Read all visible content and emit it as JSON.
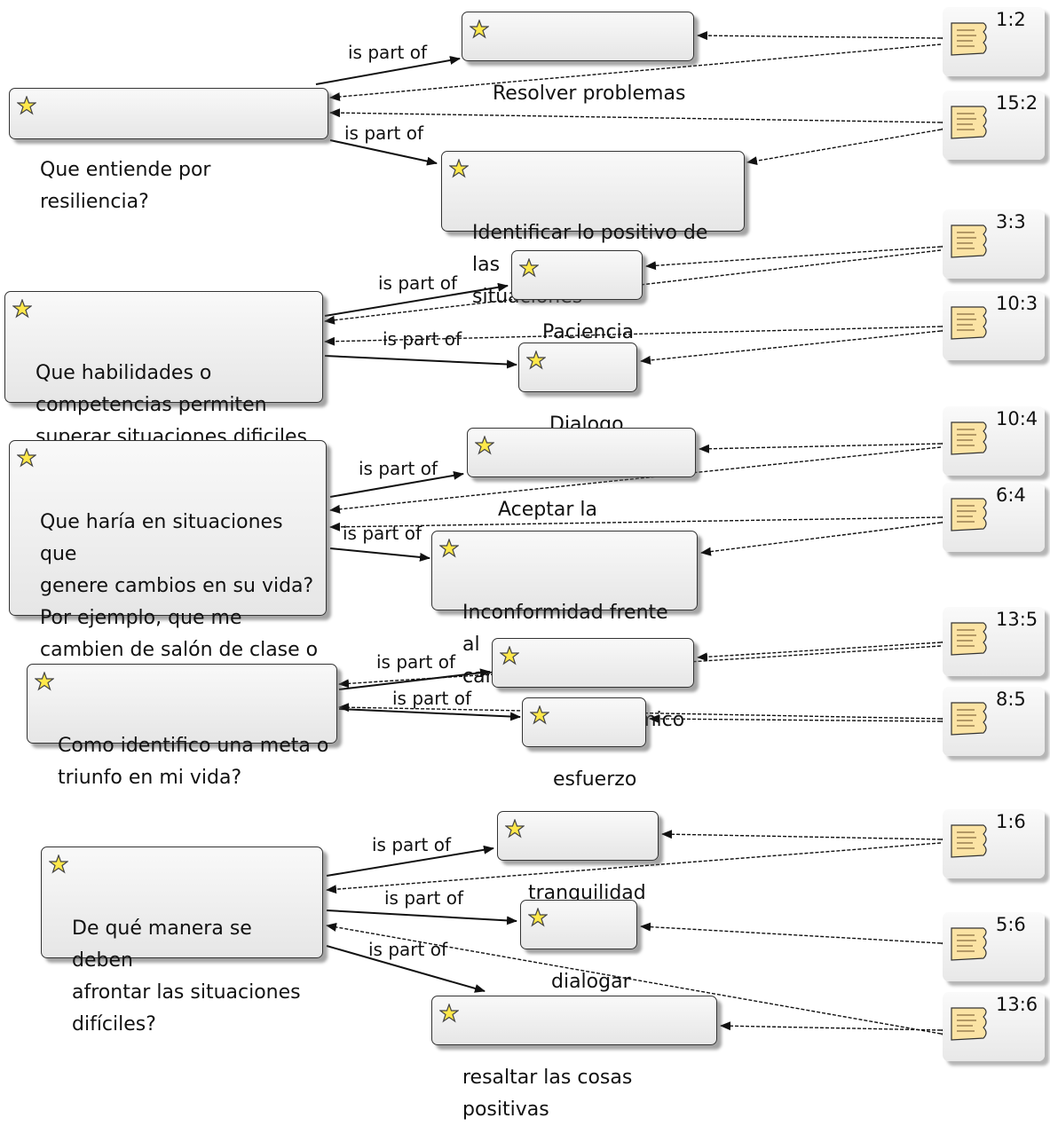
{
  "edge_label": "is part of",
  "questions": [
    {
      "id": "q1",
      "text": "Que entiende por resiliencia?"
    },
    {
      "id": "q2",
      "text": "Que habilidades o\ncompetencias permiten\nsuperar situaciones dificiles ?"
    },
    {
      "id": "q3",
      "text": "Que haría en situaciones que\ngenere cambios en su vida?\nPor ejemplo, que me\ncambien de salón de clase o\nde colegio."
    },
    {
      "id": "q4",
      "text": "Como identifico una meta o\ntriunfo en mi vida?"
    },
    {
      "id": "q5",
      "text": "De qué manera se deben\nafrontar las situaciones\ndifíciles?"
    }
  ],
  "codes": [
    {
      "id": "c1",
      "text": "Resolver problemas"
    },
    {
      "id": "c2",
      "text": "Identificar lo positivo de las\nsituaciones"
    },
    {
      "id": "c3",
      "text": "Paciencia"
    },
    {
      "id": "c4",
      "text": "Dialogo"
    },
    {
      "id": "c5",
      "text": "Aceptar la situacion"
    },
    {
      "id": "c6",
      "text": "Inconformidad frente al\ncambio"
    },
    {
      "id": "c7",
      "text": "logro academico"
    },
    {
      "id": "c8",
      "text": "esfuerzo"
    },
    {
      "id": "c9",
      "text": "tranquilidad"
    },
    {
      "id": "c10",
      "text": "dialogar"
    },
    {
      "id": "c11",
      "text": "resaltar las cosas positivas"
    }
  ],
  "documents": [
    {
      "id": "d1",
      "label": "1:2"
    },
    {
      "id": "d2",
      "label": "15:2"
    },
    {
      "id": "d3",
      "label": "3:3"
    },
    {
      "id": "d4",
      "label": "10:3"
    },
    {
      "id": "d5",
      "label": "10:4"
    },
    {
      "id": "d6",
      "label": "6:4"
    },
    {
      "id": "d7",
      "label": "13:5"
    },
    {
      "id": "d8",
      "label": "8:5"
    },
    {
      "id": "d9",
      "label": "1:6"
    },
    {
      "id": "d10",
      "label": "5:6"
    },
    {
      "id": "d11",
      "label": "13:6"
    }
  ]
}
